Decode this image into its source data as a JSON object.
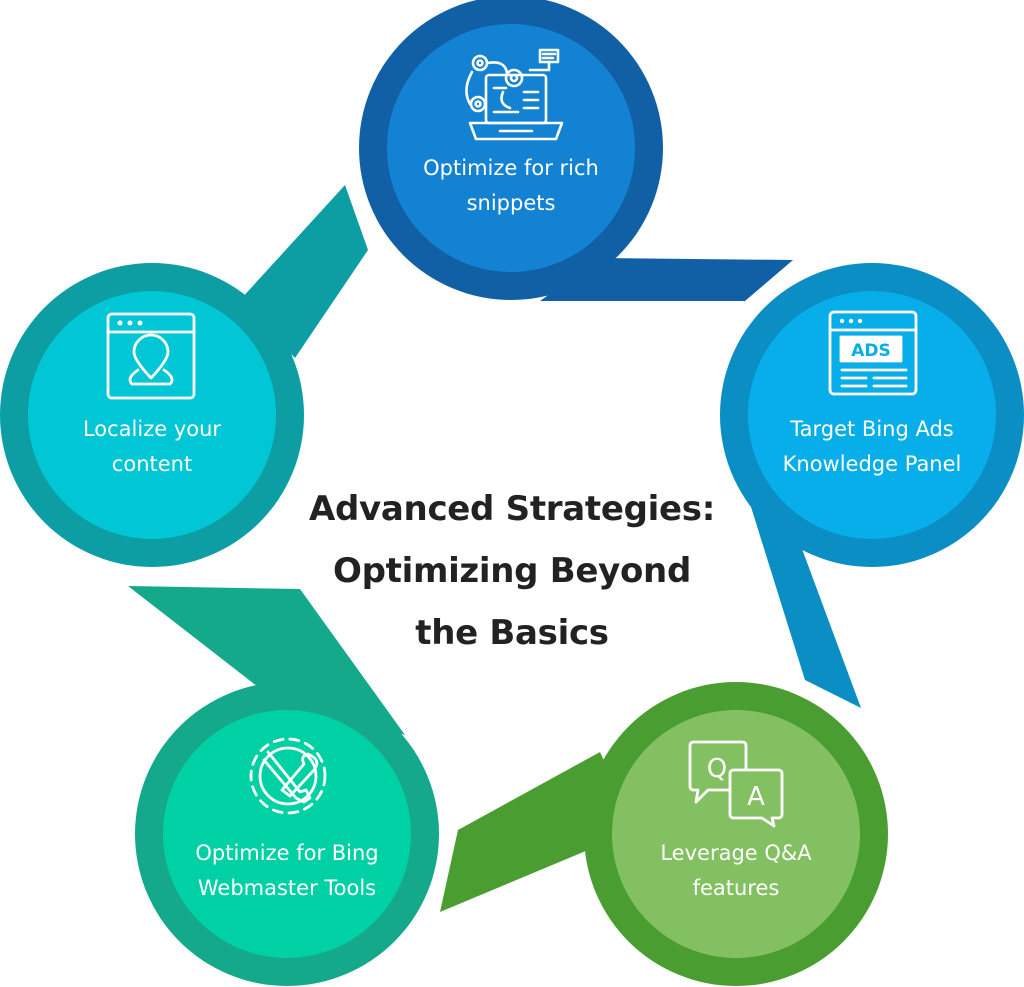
{
  "title": "Advanced Strategies:\nOptimizing Beyond\nthe Basics",
  "colors": {
    "rich_snippets": {
      "outer": "#1160a6",
      "inner": "#1482d3"
    },
    "bing_ads": {
      "outer": "#0b8ec4",
      "inner": "#08aeea"
    },
    "qa": {
      "outer": "#4a9e31",
      "inner": "#83c061"
    },
    "webmaster": {
      "outer": "#14a98a",
      "inner": "#00d1a4"
    },
    "localize": {
      "outer": "#0d9ea4",
      "inner": "#00c6d5"
    }
  },
  "nodes": [
    {
      "id": "rich_snippets",
      "icon": "laptop-gears-icon",
      "label": "Optimize for rich\nsnippets"
    },
    {
      "id": "bing_ads",
      "icon": "ads-browser-icon",
      "label": "Target Bing Ads\nKnowledge Panel"
    },
    {
      "id": "qa",
      "icon": "qa-bubbles-icon",
      "label": "Leverage Q&A\nfeatures"
    },
    {
      "id": "webmaster",
      "icon": "wrench-gear-icon",
      "label": "Optimize for Bing\nWebmaster Tools"
    },
    {
      "id": "localize",
      "icon": "location-browser-icon",
      "label": "Localize your\ncontent"
    }
  ],
  "icon_text": {
    "ads": "ADS",
    "q": "Q",
    "a": "A"
  }
}
